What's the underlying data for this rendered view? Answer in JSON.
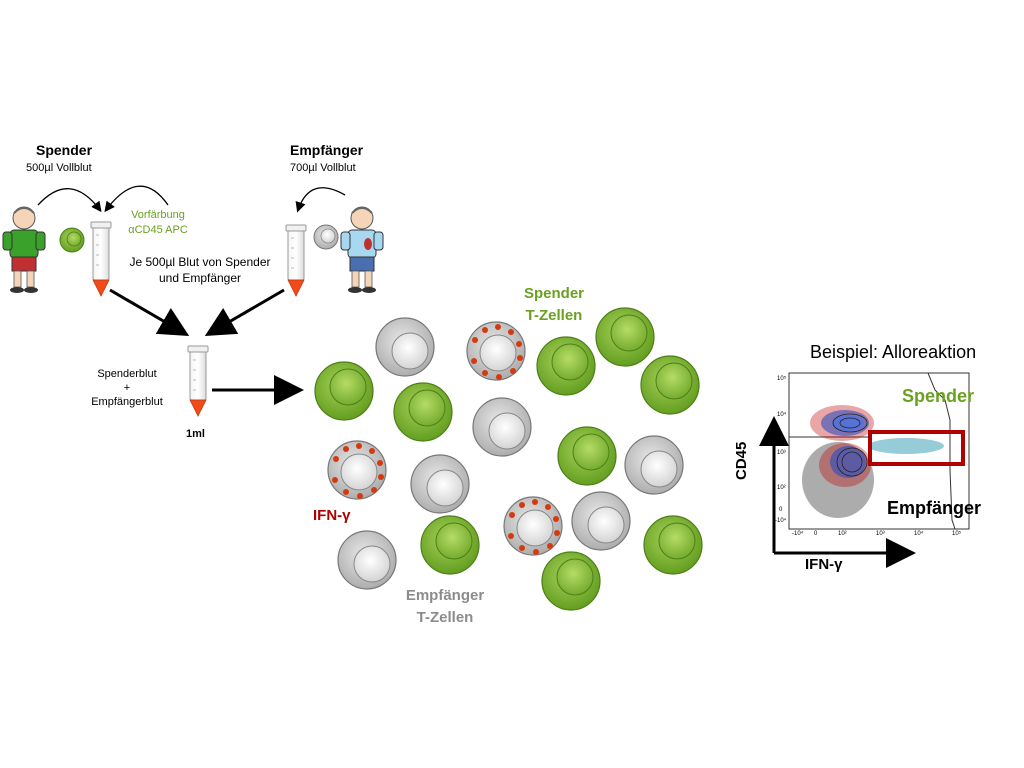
{
  "donor": {
    "title": "Spender",
    "volume": "500µl Vollblut"
  },
  "recipient": {
    "title": "Empfänger",
    "volume": "700µl Vollblut"
  },
  "prestain": {
    "line1": "Vorfärbung",
    "line2": "αCD45 APC"
  },
  "mix_note": {
    "line1": "Je 500µl Blut von Spender",
    "line2": "und Empfänger"
  },
  "mixture": {
    "line1": "Spenderblut",
    "line2": "+",
    "line3": "Empfängerblut",
    "volume": "1ml"
  },
  "cells": {
    "donor_label_1": "Spender",
    "donor_label_2": "T-Zellen",
    "recipient_label_1": "Empfänger",
    "recipient_label_2": "T-Zellen",
    "cytokine_label": "IFN-γ"
  },
  "facs": {
    "title": "Beispiel: Alloreaktion",
    "donor_label": "Spender",
    "recipient_label": "Empfänger",
    "x_axis": "IFN-γ",
    "y_axis": "CD45",
    "y_ticks": [
      "10⁵",
      "10⁴",
      "10³",
      "10²",
      "0",
      "-10⁴"
    ],
    "x_ticks": [
      "-10⁴",
      "0",
      "10²",
      "10³",
      "10⁴",
      "10⁵"
    ]
  },
  "colors": {
    "donor_green": "#6aa121",
    "recipient_grey": "#8c8c8c",
    "ifn_red": "#b00000",
    "gate_red": "#b00000"
  }
}
